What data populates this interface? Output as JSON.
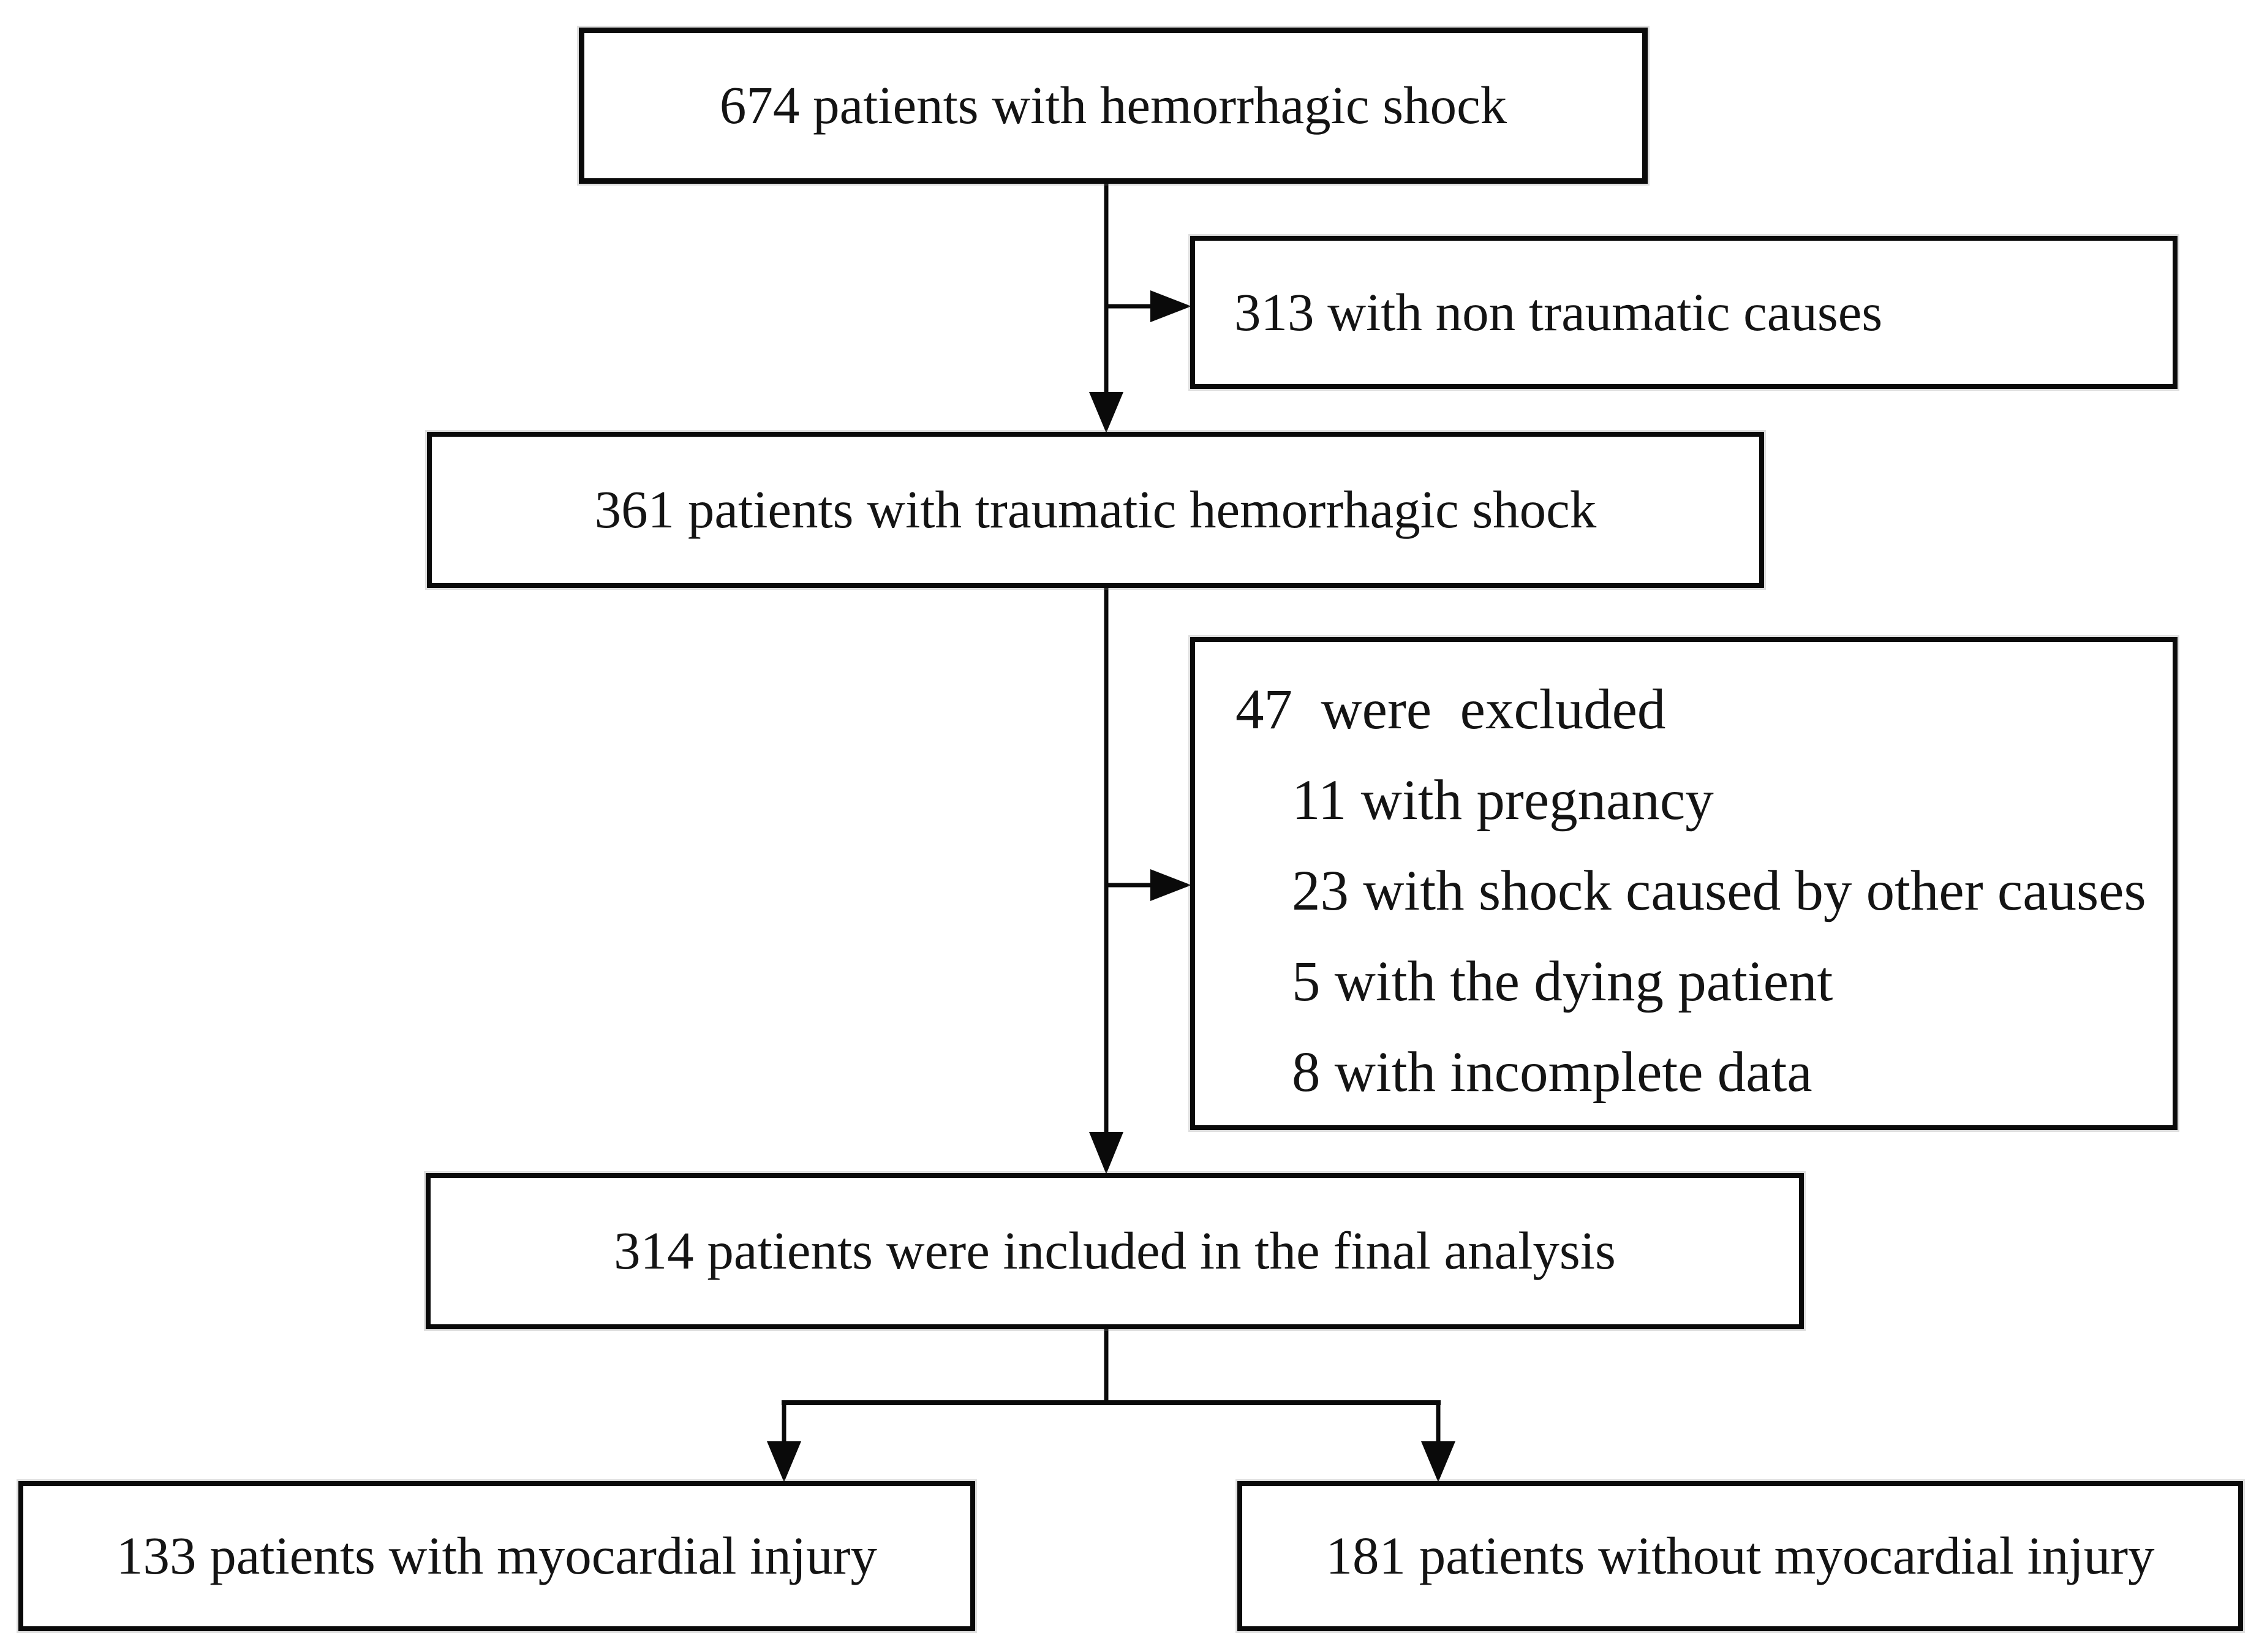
{
  "flowchart": {
    "boxes": {
      "total": {
        "label": "674 patients with hemorrhagic shock"
      },
      "non_traumatic": {
        "label": "313 with non traumatic causes"
      },
      "traumatic": {
        "label": "361 patients with traumatic hemorrhagic shock"
      },
      "excluded": {
        "header": "47  were  excluded",
        "items": [
          "11 with pregnancy",
          "23 with shock caused by other causes",
          "5 with the dying patient",
          "8 with incomplete data"
        ]
      },
      "final": {
        "label": "314 patients were included in the final analysis"
      },
      "myocardial_injury": {
        "label": "133 patients with myocardial injury"
      },
      "no_myocardial_injury": {
        "label": "181 patients without myocardial injury"
      }
    },
    "colors": {
      "background": "#ffffff",
      "line": "#0a0a0a",
      "text": "#141414"
    }
  }
}
